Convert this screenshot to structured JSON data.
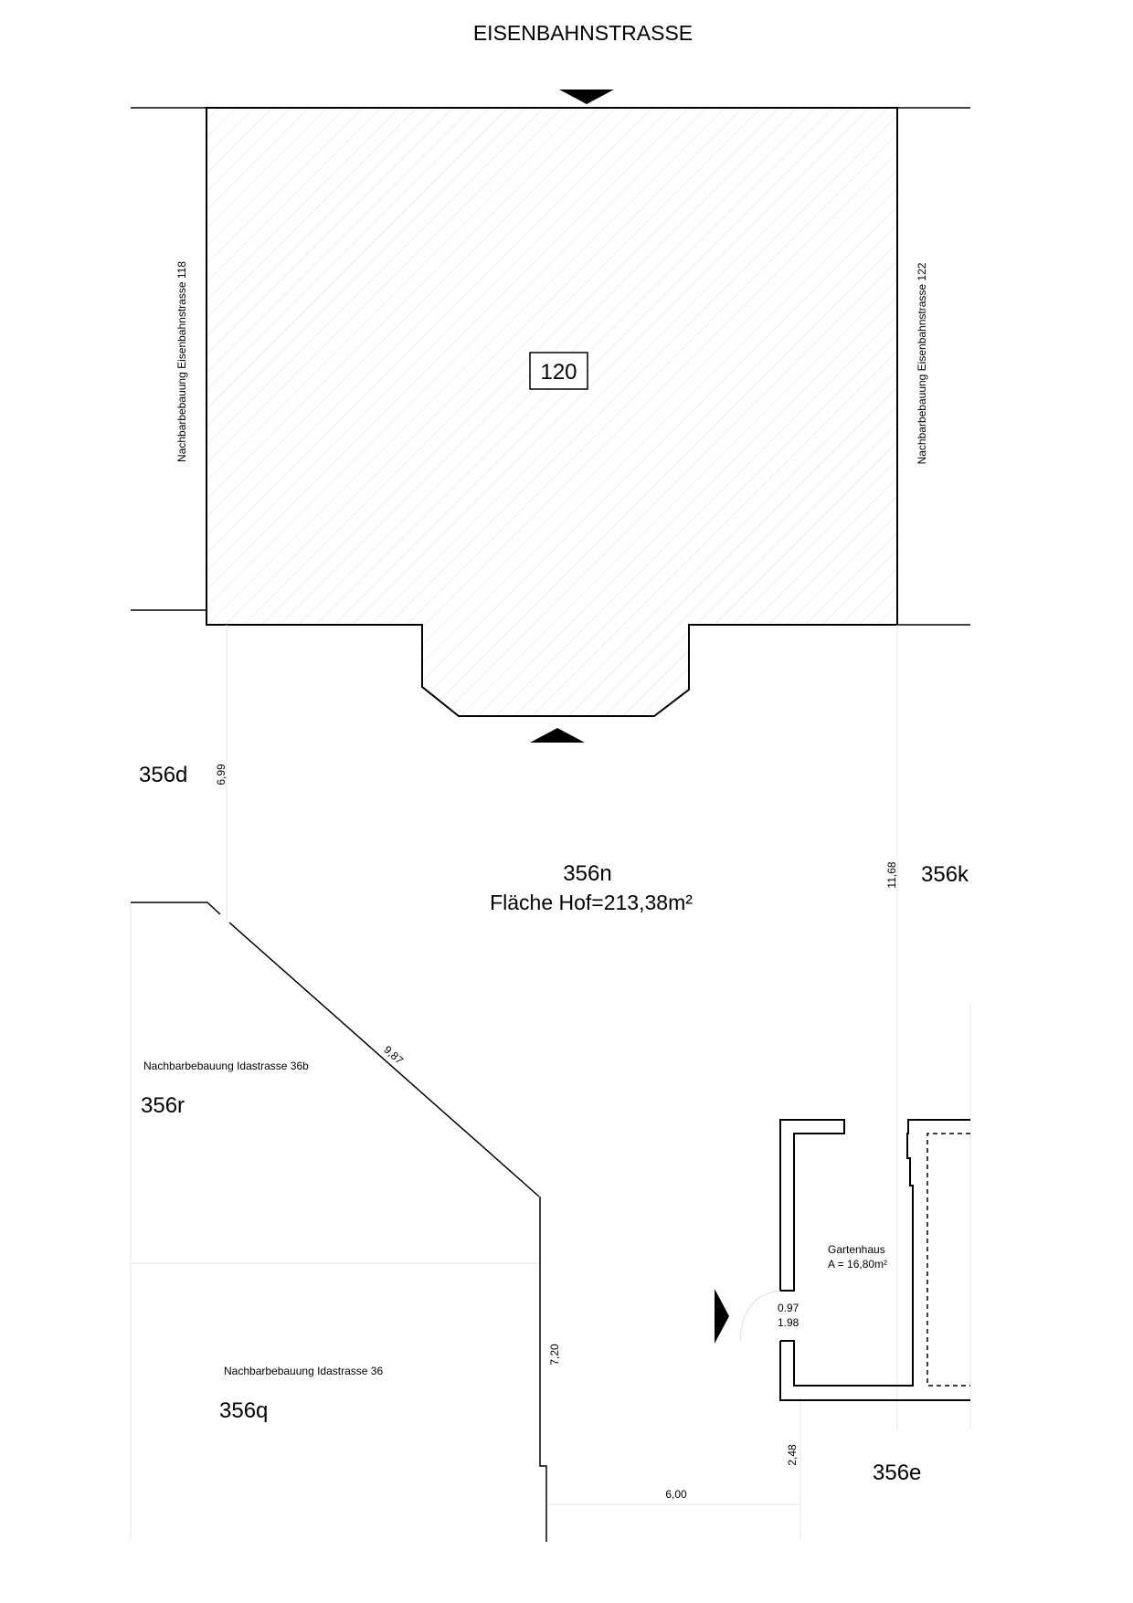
{
  "street": "EISENBAHNSTRASSE",
  "building": {
    "number": "120",
    "neighbor_left": "Nachbarbebauung Eisenbahnstrasse 118",
    "neighbor_right": "Nachbarbebauung Eisenbahnstrasse 122"
  },
  "parcels": {
    "main": "356n",
    "main_area": "Fläche Hof=213,38m²",
    "left_top": "356d",
    "right": "356k",
    "left_middle": "356r",
    "left_bottom": "356q",
    "bottom_right": "356e"
  },
  "neighbors": {
    "idastrasse_36b": "Nachbarbebauung Idastrasse 36b",
    "idastrasse_36": "Nachbarbebauung Idastrasse 36"
  },
  "gartenhaus": {
    "name": "Gartenhaus",
    "area": "A = 16,80m²",
    "door_width": "0.97",
    "door_height": "1.98"
  },
  "dimensions": {
    "left_vertical": "6,99",
    "right_vertical": "11,68",
    "diagonal": "9,87",
    "lower_vertical": "7,20",
    "bottom_horizontal": "6,00",
    "gartenhaus_offset": "2,48"
  }
}
